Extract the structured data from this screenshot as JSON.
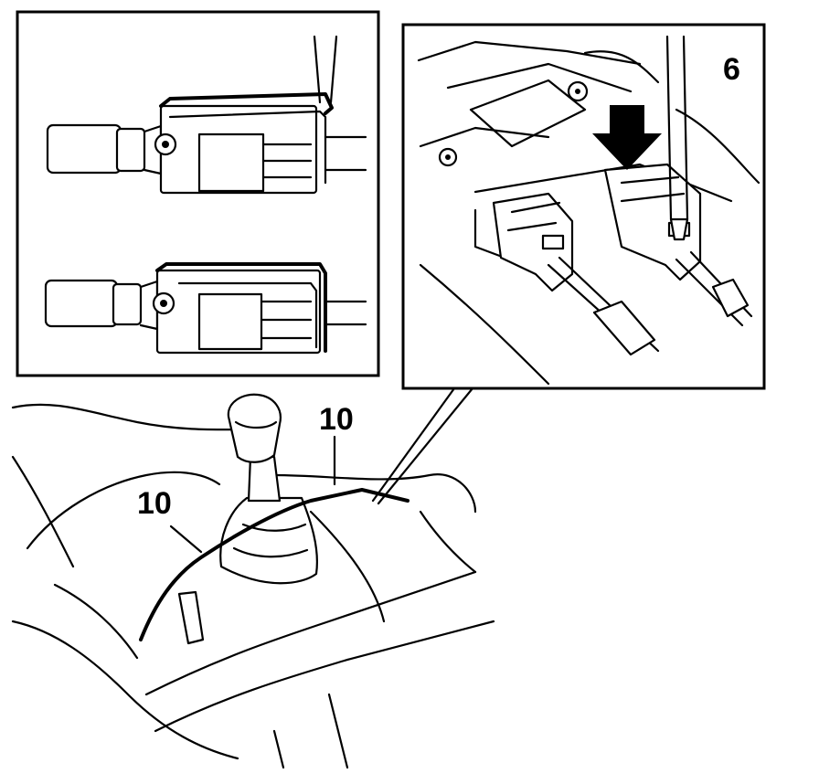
{
  "figure": {
    "callouts": {
      "inset_number": "6",
      "label_console_right": "10",
      "label_console_left": "10"
    }
  }
}
